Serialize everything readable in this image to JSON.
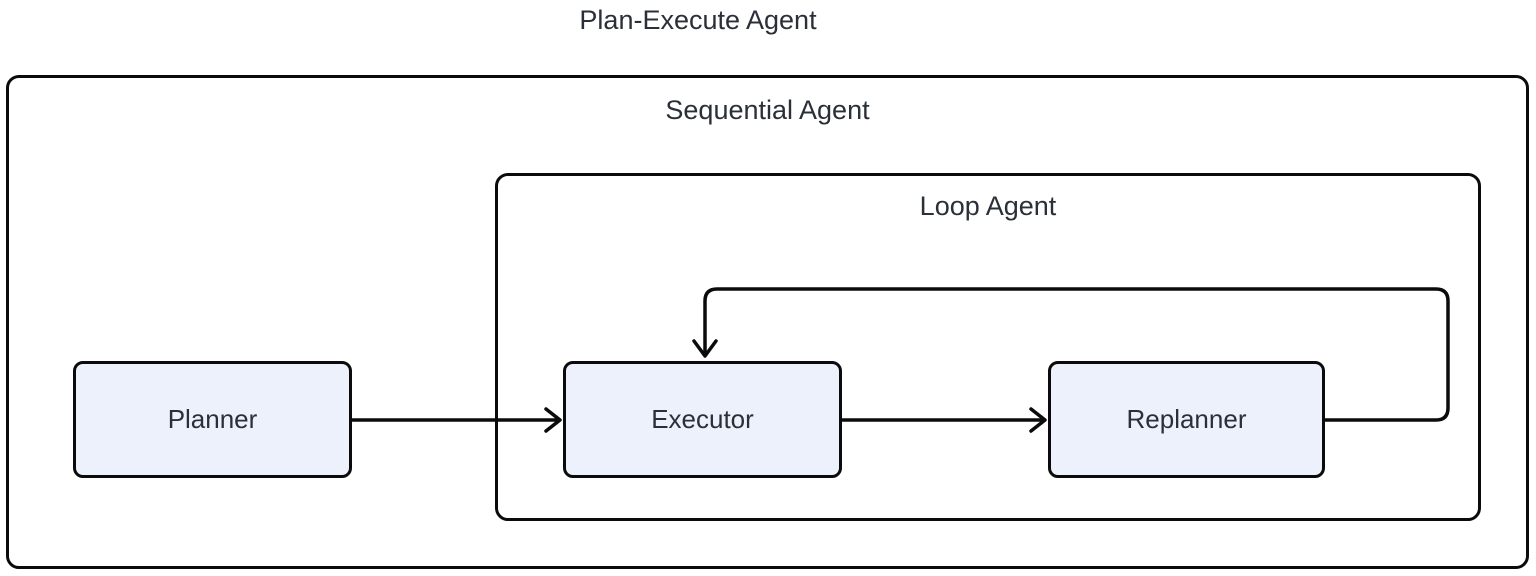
{
  "diagram": {
    "title": "Plan-Execute Agent",
    "containers": {
      "sequential": {
        "label": "Sequential Agent"
      },
      "loop": {
        "label": "Loop Agent"
      }
    },
    "nodes": [
      {
        "id": "planner",
        "label": "Planner"
      },
      {
        "id": "executor",
        "label": "Executor"
      },
      {
        "id": "replanner",
        "label": "Replanner"
      }
    ],
    "edges": [
      {
        "from": "planner",
        "to": "executor",
        "type": "arrow"
      },
      {
        "from": "executor",
        "to": "replanner",
        "type": "arrow"
      },
      {
        "from": "replanner",
        "to": "executor",
        "type": "loop-back-arrow"
      }
    ],
    "colors": {
      "background": "#FFFFFF",
      "node_fill": "#ECF1FB",
      "stroke": "#0B0B0B",
      "text": "#2B3038"
    }
  }
}
